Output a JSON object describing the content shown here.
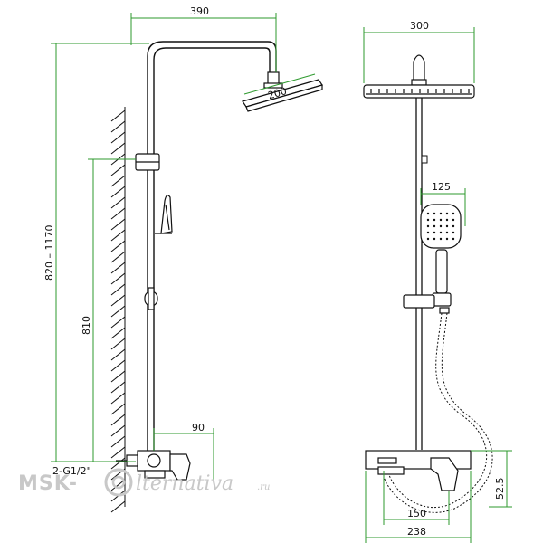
{
  "drawing": {
    "side_view": {
      "width_label": "390",
      "head_diameter_label": "200",
      "height_range_label": "820 – 1170",
      "slide_height_label": "810",
      "valve_depth_label": "90",
      "inlet_thread_label": "2-G1/2\""
    },
    "front_view": {
      "head_width_label": "300",
      "hand_shower_width_label": "125",
      "valve_height_label": "52.5",
      "spout_width_label": "150",
      "mixer_width_label": "238"
    },
    "colors": {
      "dimension_line": "#2e9a2e",
      "outline": "#111111",
      "watermark": "#c8c8c8"
    }
  },
  "watermark": {
    "brand_left": "MSK-",
    "brand_right": "lternativa",
    "domain_suffix": ".ru"
  }
}
